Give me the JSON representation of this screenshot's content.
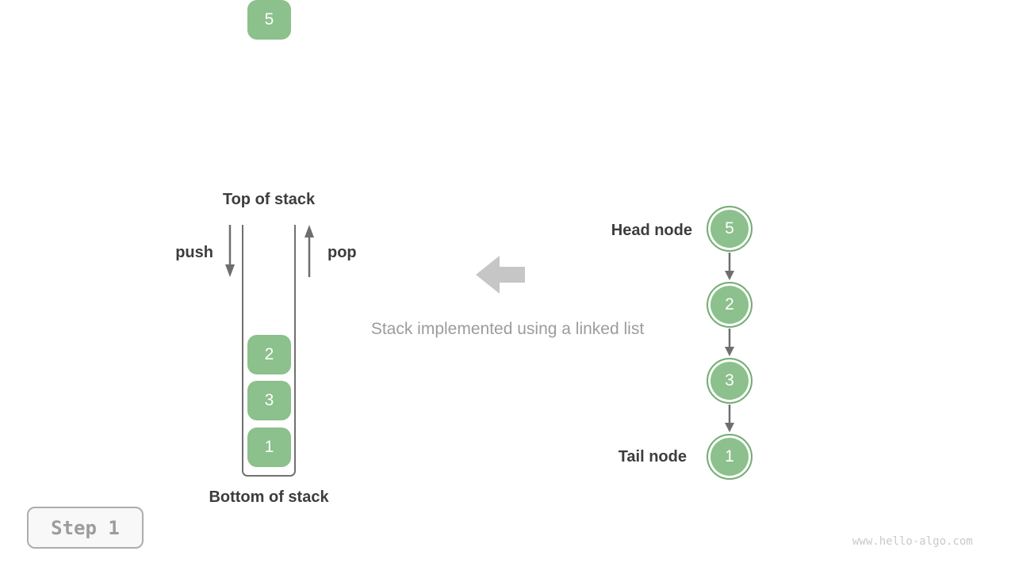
{
  "page": {
    "watermark": "www.hello-algo.com"
  },
  "step_badge": {
    "label": "Step 1"
  },
  "stack_panel": {
    "top_label": "Top of stack",
    "bottom_label": "Bottom of stack",
    "push_label": "push",
    "pop_label": "pop",
    "cells": [
      "5",
      "2",
      "3",
      "1"
    ]
  },
  "caption": {
    "text": "Stack implemented using a linked list"
  },
  "linked_list": {
    "head_label": "Head node",
    "tail_label": "Tail node",
    "nodes": [
      "5",
      "2",
      "3",
      "1"
    ]
  },
  "icons": {
    "push_arrow": "down-arrow",
    "pop_arrow": "up-arrow",
    "link_arrow": "down-arrow",
    "block_arrow": "left-block-arrow"
  },
  "colors": {
    "text_dark": "#3D3D3D",
    "node_green": "#8CC08C",
    "node_ring": "#74AE74",
    "cell_text": "#FFFFFF",
    "wall_gray": "#707070",
    "arrow_gray": "#6E6E6E",
    "big_arrow_gray": "#C6C6C6",
    "caption_gray": "#9C9C9C",
    "badge_bg": "#F8F8F8",
    "badge_border": "#ADADAD",
    "badge_text": "#9C9C9C",
    "watermark_gray": "#C9C9C9"
  }
}
